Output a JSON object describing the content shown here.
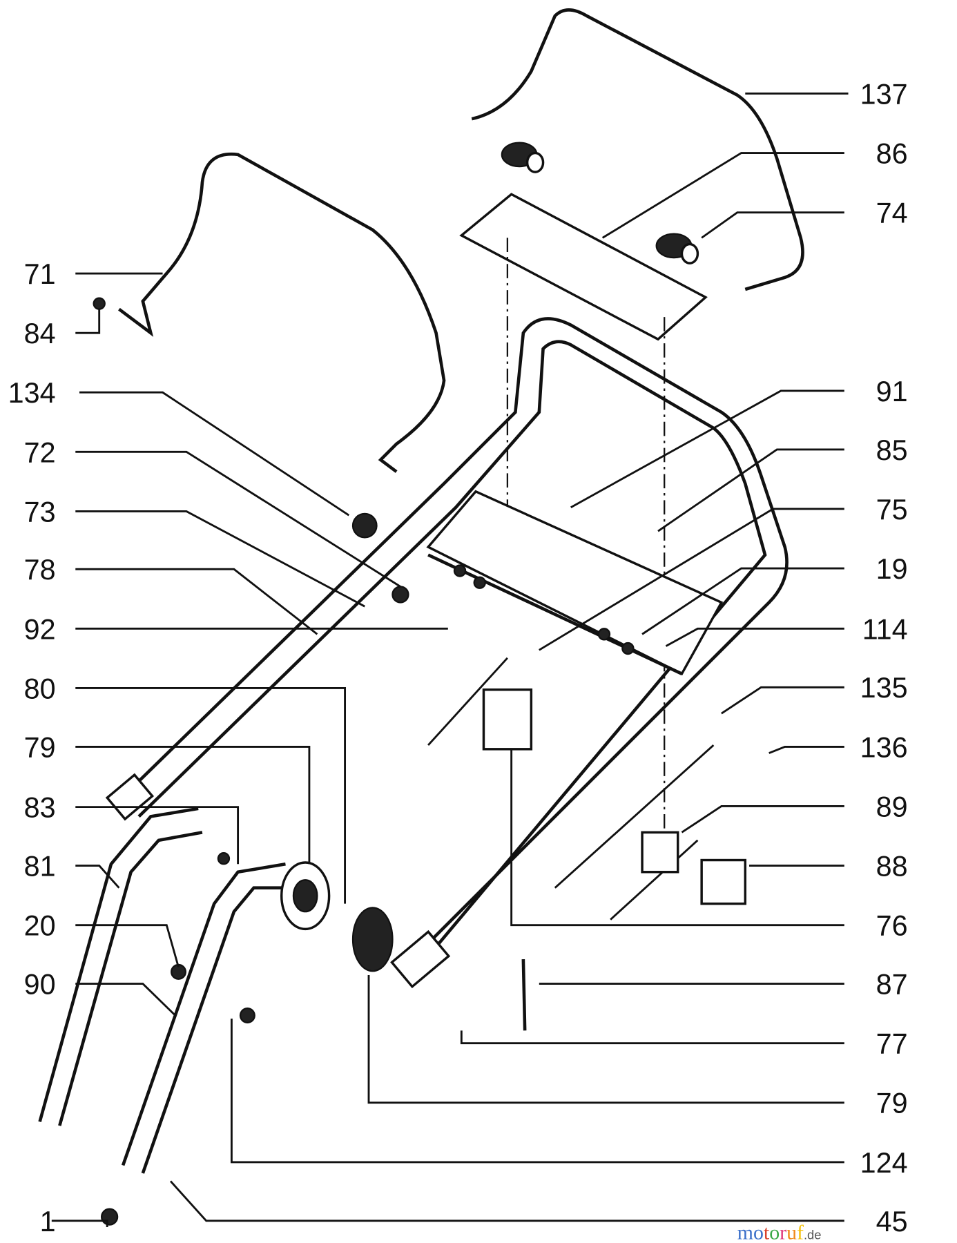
{
  "diagram": {
    "title": "Handle assembly exploded parts diagram",
    "left_labels": [
      "71",
      "84",
      "134",
      "72",
      "73",
      "78",
      "92",
      "80",
      "79",
      "83",
      "81",
      "20",
      "90",
      "1"
    ],
    "right_labels": [
      "137",
      "86",
      "74",
      "91",
      "85",
      "75",
      "19",
      "114",
      "135",
      "136",
      "89",
      "88",
      "76",
      "87",
      "77",
      "79",
      "124",
      "45"
    ],
    "watermark": {
      "text": "motoruf",
      "suffix": ".de",
      "colors": [
        "#3b6fc9",
        "#d9412b",
        "#3aa846",
        "#e0357c",
        "#f08a1c",
        "#f4c20d"
      ]
    }
  }
}
